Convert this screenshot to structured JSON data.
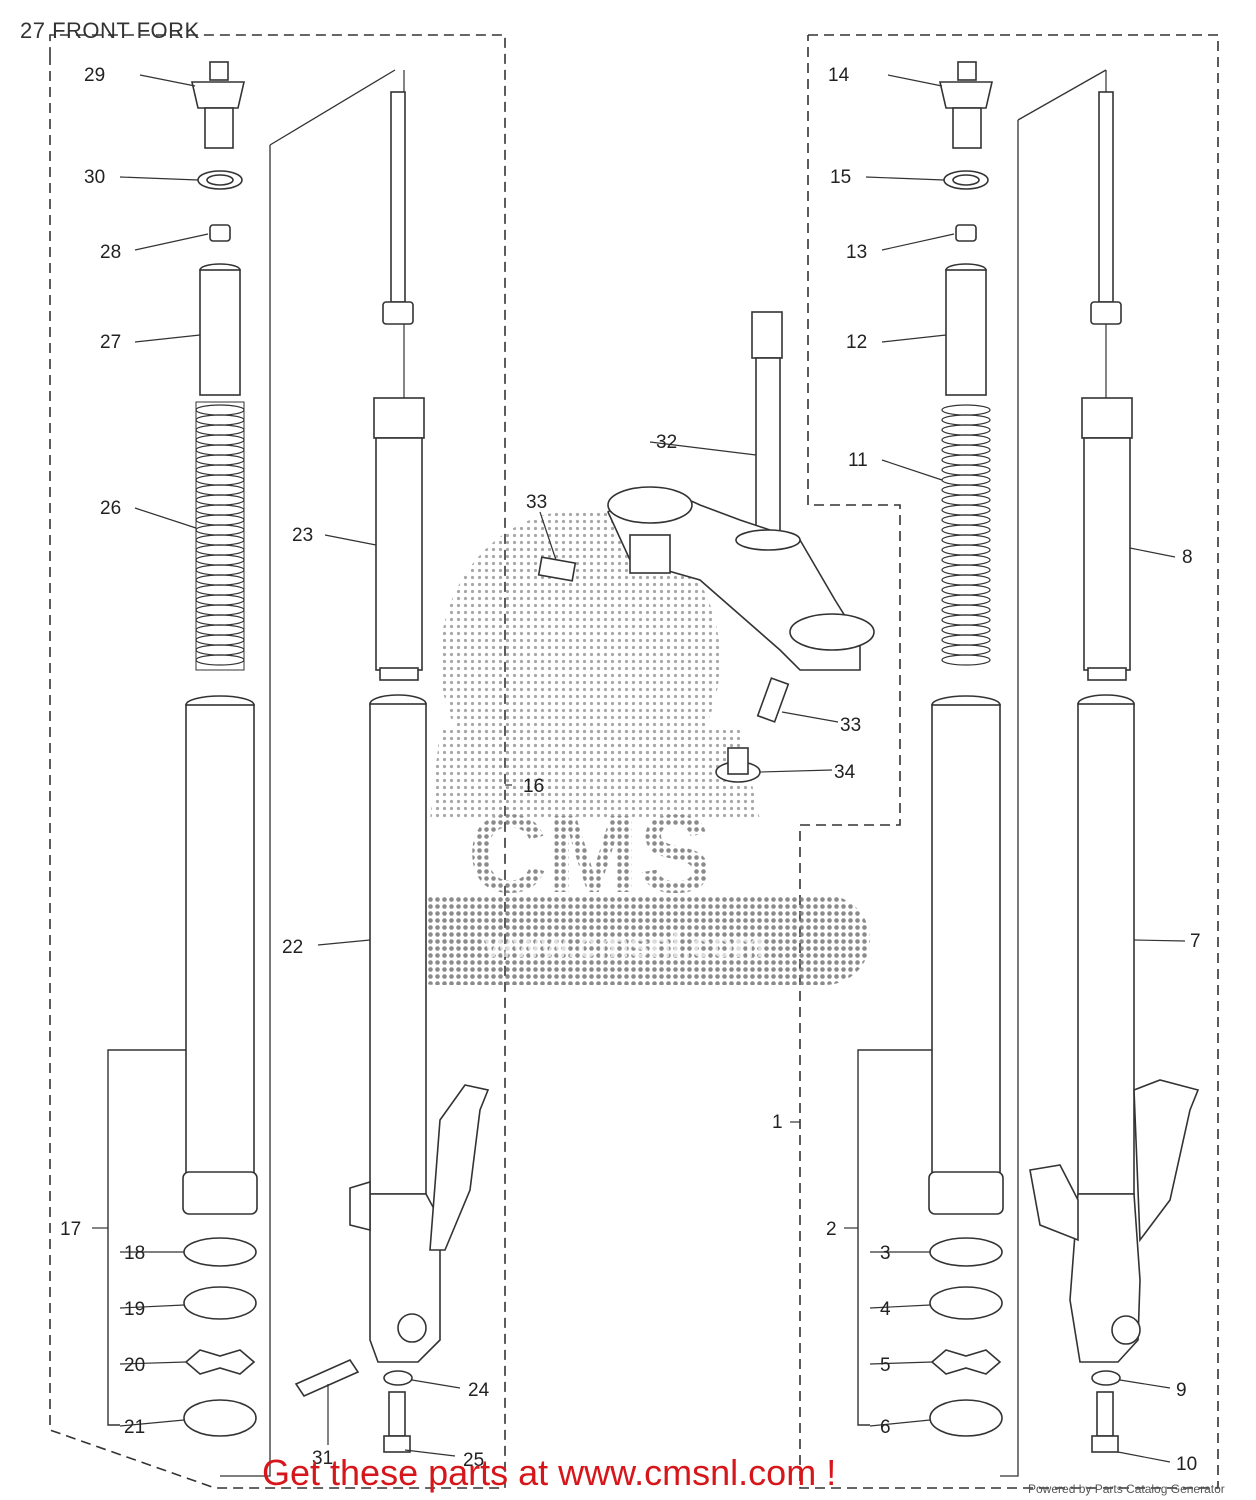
{
  "header": {
    "title": "27 FRONT FORK"
  },
  "footer": {
    "cta": "Get these parts at www.cmsnl.com !",
    "powered_by": "Powered by Parts Catalog Generator"
  },
  "watermark": {
    "text": "CMS",
    "url": "www.cmsnl.com"
  },
  "parts": {
    "p1": "1",
    "p2": "2",
    "p3": "3",
    "p4": "4",
    "p5": "5",
    "p6": "6",
    "p7": "7",
    "p8": "8",
    "p9": "9",
    "p10": "10",
    "p11": "11",
    "p12": "12",
    "p13": "13",
    "p14": "14",
    "p15": "15",
    "p16": "16",
    "p17": "17",
    "p18": "18",
    "p19": "19",
    "p20": "20",
    "p21": "21",
    "p22": "22",
    "p23": "23",
    "p24": "24",
    "p25": "25",
    "p26": "26",
    "p27": "27",
    "p28": "28",
    "p29": "29",
    "p30": "30",
    "p31": "31",
    "p32": "32",
    "p33a": "33",
    "p33b": "33",
    "p34": "34"
  },
  "colors": {
    "line": "#333333",
    "cta": "#d6161a",
    "watermark": "#777777"
  }
}
